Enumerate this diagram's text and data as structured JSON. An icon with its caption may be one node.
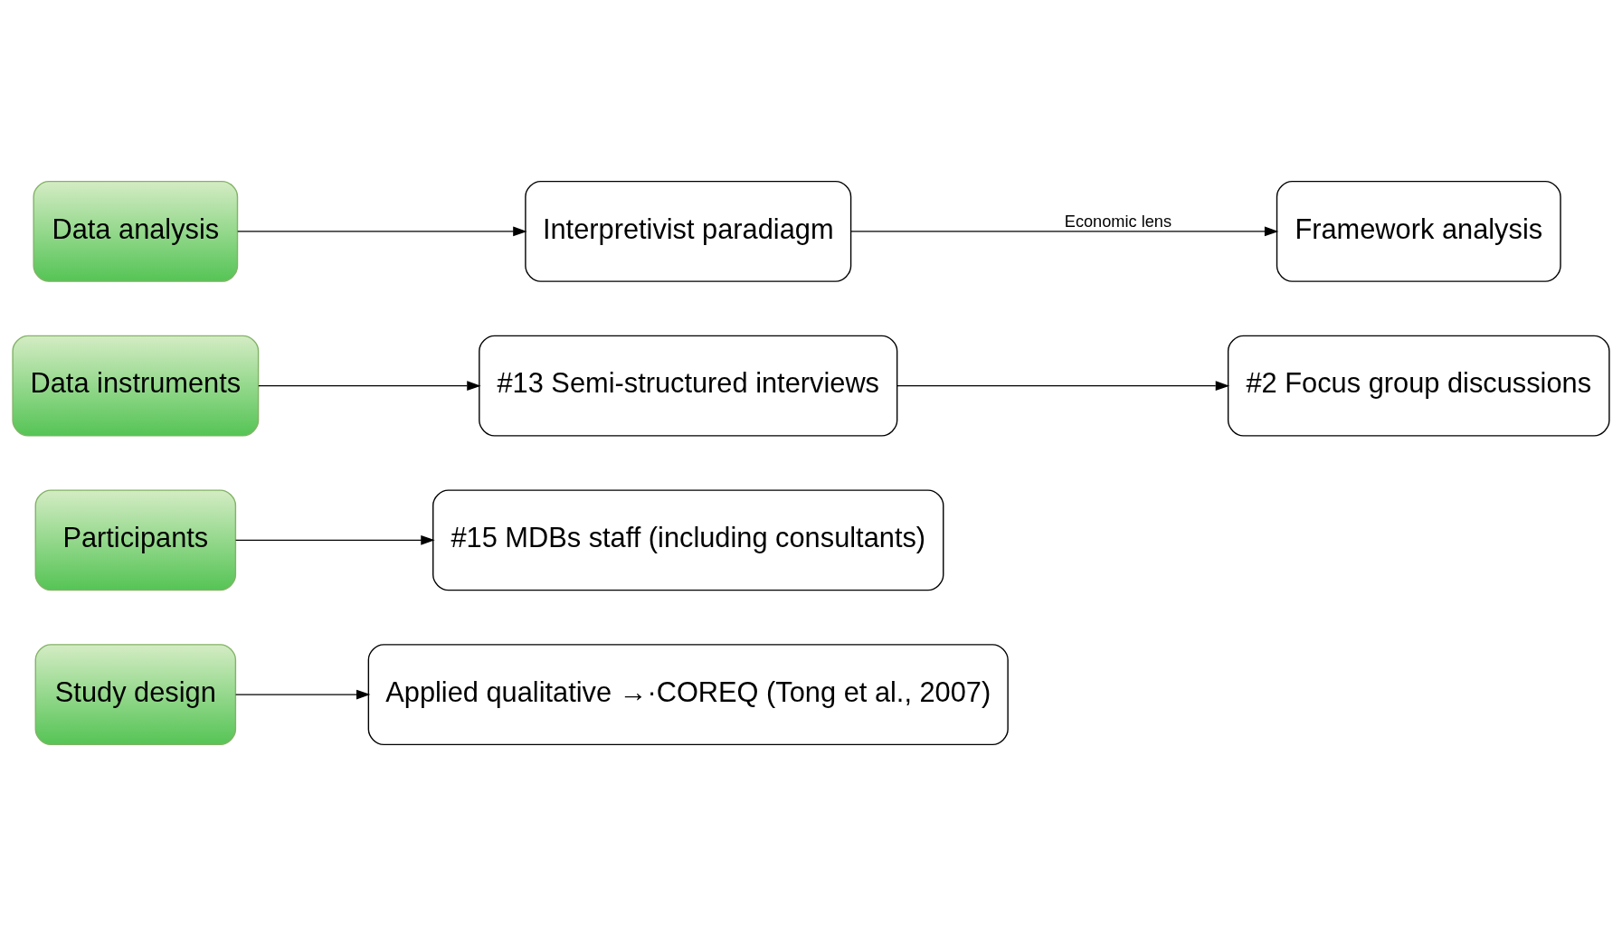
{
  "diagram": {
    "nodes": [
      {
        "text": [
          "Study design"
        ]
      },
      {
        "text": [
          "Applied qualitative →·COREQ (Tong et al., 2007)"
        ]
      },
      {
        "text": [
          "Participants"
        ]
      },
      {
        "text": [
          "#15 MDBs staff (including consultants)"
        ]
      },
      {
        "text": [
          "Data instruments"
        ]
      },
      {
        "text": [
          "#13 Semi-structured interviews"
        ]
      },
      {
        "text": [
          "#2 Focus group discussions"
        ]
      },
      {
        "text": [
          "Data analysis"
        ]
      },
      {
        "text": [
          "Interpretivist paradiagm"
        ]
      },
      {
        "text": [
          "Framework analysis"
        ]
      }
    ],
    "edges": [
      {
        "from": 0,
        "to": 1,
        "arrow": "to"
      },
      {
        "from": 2,
        "to": 3,
        "arrow": "to"
      },
      {
        "from": 4,
        "to": 5,
        "arrow": "to"
      },
      {
        "from": 5,
        "to": 6,
        "arrow": "to"
      },
      {
        "from": 7,
        "to": 8,
        "arrow": "to"
      },
      {
        "from": 8,
        "to": 9,
        "arrow": "to",
        "label": "Economic lens"
      }
    ]
  }
}
